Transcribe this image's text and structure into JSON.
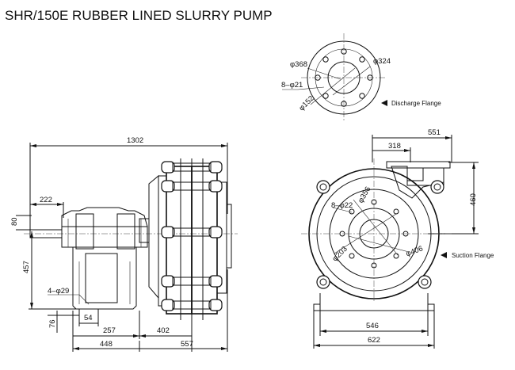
{
  "title": "SHR/150E RUBBER LINED SLURRY PUMP",
  "labels": {
    "discharge_flange": "Discharge Flange",
    "suction_flange": "Suction Flange"
  },
  "discharge_view": {
    "d368": "φ368",
    "d324": "φ324",
    "holes": "8–φ21",
    "d152": "φ152"
  },
  "side_view": {
    "d1302": "1302",
    "d222": "222",
    "d80": "80",
    "d457": "457",
    "holes": "4–φ29",
    "d76": "76",
    "d54": "54",
    "d257": "257",
    "d402": "402",
    "d448": "448",
    "d557": "557"
  },
  "front_view": {
    "d551": "551",
    "d318": "318",
    "d460": "460",
    "d356": "φ356",
    "holes": "8–φ22",
    "d203": "φ203",
    "d406": "φ406",
    "d546": "546",
    "d622": "622"
  }
}
